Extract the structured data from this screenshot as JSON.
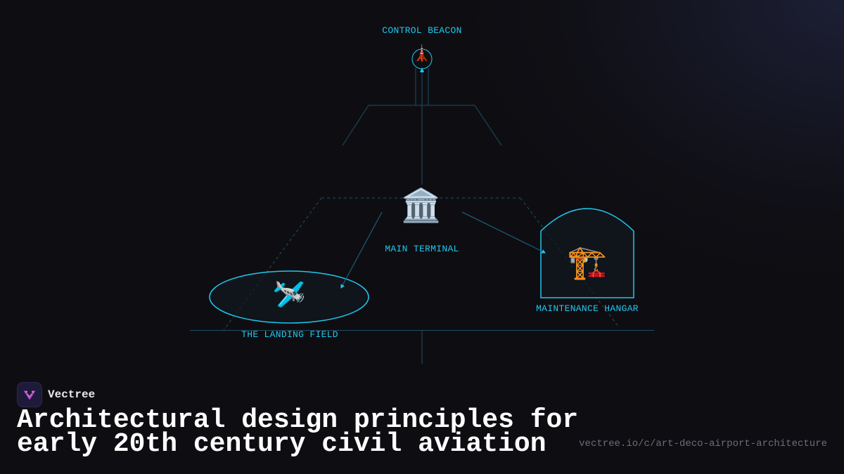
{
  "diagram": {
    "nodes": {
      "beacon": {
        "label": "CONTROL BEACON",
        "icon": "tokyo-tower-icon",
        "glyph": "🗼"
      },
      "terminal": {
        "label": "MAIN TERMINAL",
        "icon": "classical-building-icon",
        "glyph": "🏛️"
      },
      "landing": {
        "label": "THE LANDING FIELD",
        "icon": "airplane-icon",
        "glyph": "🛩️"
      },
      "hangar": {
        "label": "MAINTENANCE HANGAR",
        "icon": "construction-crane-icon",
        "glyph": "🏗️"
      }
    },
    "colors": {
      "accent": "#22c6ee",
      "line": "#1e4f66",
      "background": "#0e0e12"
    }
  },
  "footer": {
    "brand_name": "Vectree",
    "headline_line1": "Architectural design principles for",
    "headline_line2": "early 20th century civil aviation",
    "url": "vectree.io/c/art-deco-airport-architecture"
  }
}
